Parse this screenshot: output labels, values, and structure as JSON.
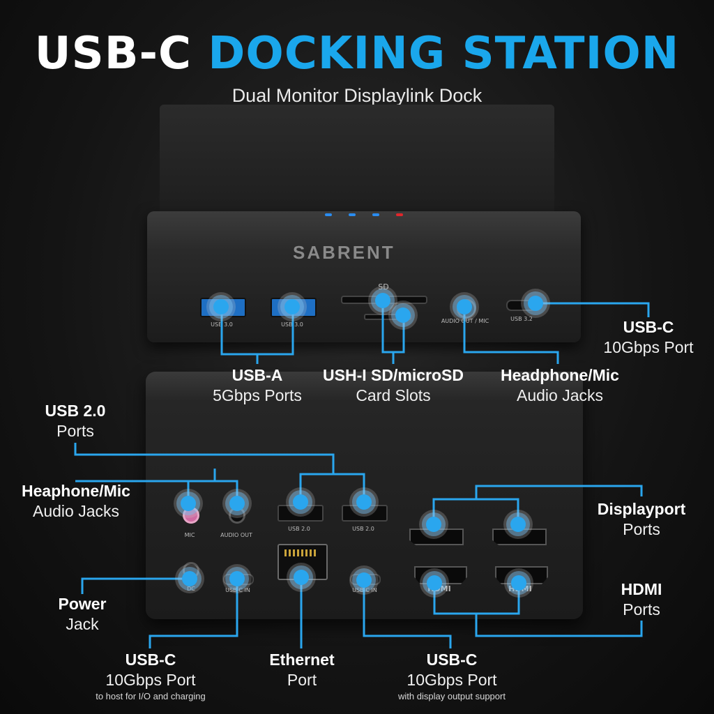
{
  "title": {
    "part1": "USB-C",
    "part2": "DOCKING STATION"
  },
  "subtitle": "Dual Monitor Displaylink Dock",
  "brand": "SABRENT",
  "colors": {
    "accent": "#1aa7ec",
    "background": "#141414"
  },
  "top_ports": {
    "usb3_a": "USB 3.0",
    "usb3_b": "USB 3.0",
    "sd": "SD",
    "audio": "AUDIO OUT / MIC",
    "usb32": "USB 3.2"
  },
  "rear_ports": {
    "mic": "MIC",
    "audio_out": "AUDIO OUT",
    "usb2_a": "USB 2.0",
    "usb2_b": "USB 2.0",
    "dc": "DC",
    "usbc_in": "USB-C IN",
    "usbc_out": "USB-C IN",
    "hdmi_a": "HDMI",
    "hdmi_b": "HDMI"
  },
  "callouts": {
    "usbc_top": {
      "title": "USB-C",
      "desc": "10Gbps Port"
    },
    "usba": {
      "title": "USB-A",
      "desc": "5Gbps Ports"
    },
    "sd": {
      "title": "USH-I SD/microSD",
      "desc": "Card Slots"
    },
    "headphone_top": {
      "title": "Headphone/Mic",
      "desc": "Audio Jacks"
    },
    "usb2": {
      "title": "USB 2.0",
      "desc": "Ports"
    },
    "headphone_rear": {
      "title": "Heaphone/Mic",
      "desc": "Audio Jacks"
    },
    "displayport": {
      "title": "Displayport",
      "desc": "Ports"
    },
    "hdmi": {
      "title": "HDMI",
      "desc": "Ports"
    },
    "power": {
      "title": "Power",
      "desc": "Jack"
    },
    "usbc_host": {
      "title": "USB-C",
      "desc": "10Gbps Port",
      "note": "to host for I/O and charging"
    },
    "ethernet": {
      "title": "Ethernet",
      "desc": "Port"
    },
    "usbc_display": {
      "title": "USB-C",
      "desc": "10Gbps Port",
      "note": "with display output support"
    }
  }
}
